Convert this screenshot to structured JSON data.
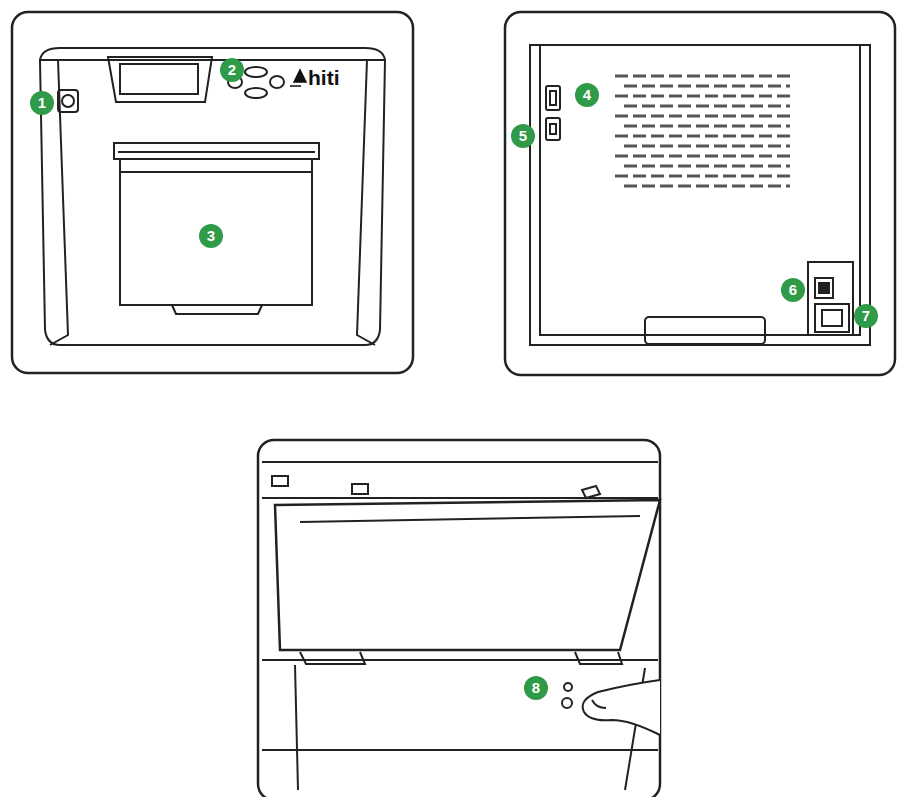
{
  "diagram": {
    "labels": [
      "1",
      "2",
      "hiti",
      "3",
      "4",
      "5",
      "6",
      "7",
      "8"
    ]
  }
}
